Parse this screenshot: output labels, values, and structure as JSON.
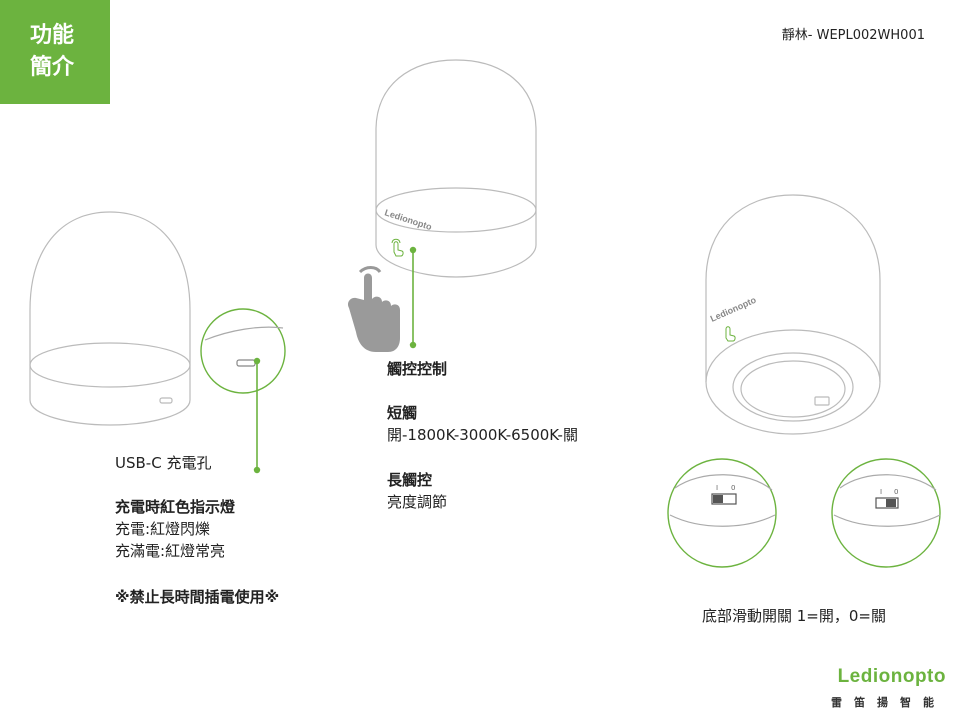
{
  "header": {
    "badge_line1": "功能",
    "badge_line2": "簡介",
    "model": "靜林- WEPL002WH001"
  },
  "left_panel": {
    "port_label": "USB-C 充電孔",
    "indicator_title": "充電時紅色指示燈",
    "charging": "充電:紅燈閃爍",
    "full": "充滿電:紅燈常亮",
    "warning": "※禁止長時間插電使用※"
  },
  "center_panel": {
    "touch_title": "觸控控制",
    "short_title": "短觸",
    "short_desc": "開-1800K-3000K-6500K-關",
    "long_title": "長觸控",
    "long_desc": "亮度調節",
    "lamp_logo": "Ledionopto"
  },
  "right_panel": {
    "switch_caption": "底部滑動開關 1=開，0=關",
    "lamp_logo": "Ledionopto",
    "switch_marks": "I  0"
  },
  "footer": {
    "brand": "Ledionopto",
    "sub": "雷笛揚智能"
  },
  "colors": {
    "accent": "#6cb33f",
    "line": "#888888"
  },
  "icons": [
    "hand-pointer-icon",
    "touch-icon",
    "usb-c-port-icon",
    "slide-switch-icon"
  ]
}
